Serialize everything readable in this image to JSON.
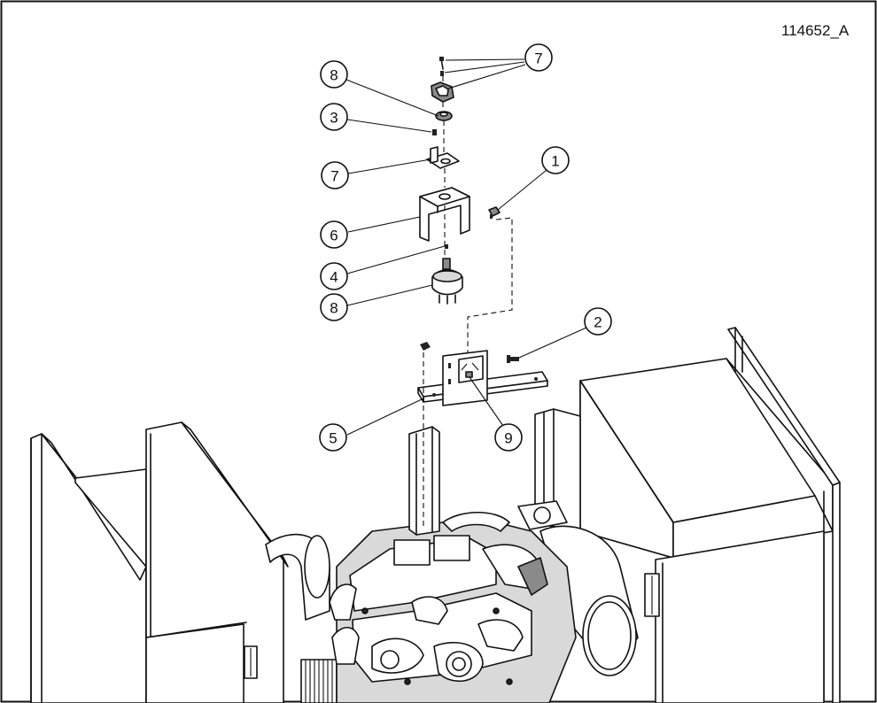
{
  "drawing_id": "114652_A",
  "callouts": [
    {
      "label": "7"
    },
    {
      "label": "8"
    },
    {
      "label": "3"
    },
    {
      "label": "7"
    },
    {
      "label": "1"
    },
    {
      "label": "6"
    },
    {
      "label": "4"
    },
    {
      "label": "8"
    },
    {
      "label": "2"
    },
    {
      "label": "5"
    },
    {
      "label": "9"
    }
  ]
}
